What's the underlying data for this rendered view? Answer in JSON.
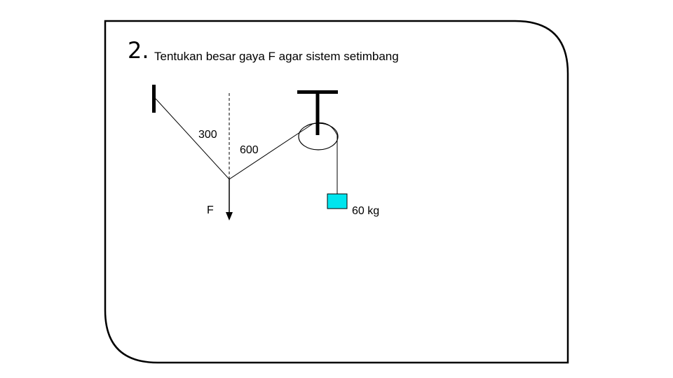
{
  "question": {
    "number": "2.",
    "text": "Tentukan besar gaya F agar sistem setimbang"
  },
  "diagram": {
    "angle_left_label": "300",
    "angle_right_label": "600",
    "force_label": "F",
    "mass_label": "60 kg",
    "colors": {
      "block_fill": "#00e5ee",
      "stroke": "#000000",
      "background": "#ffffff"
    }
  }
}
